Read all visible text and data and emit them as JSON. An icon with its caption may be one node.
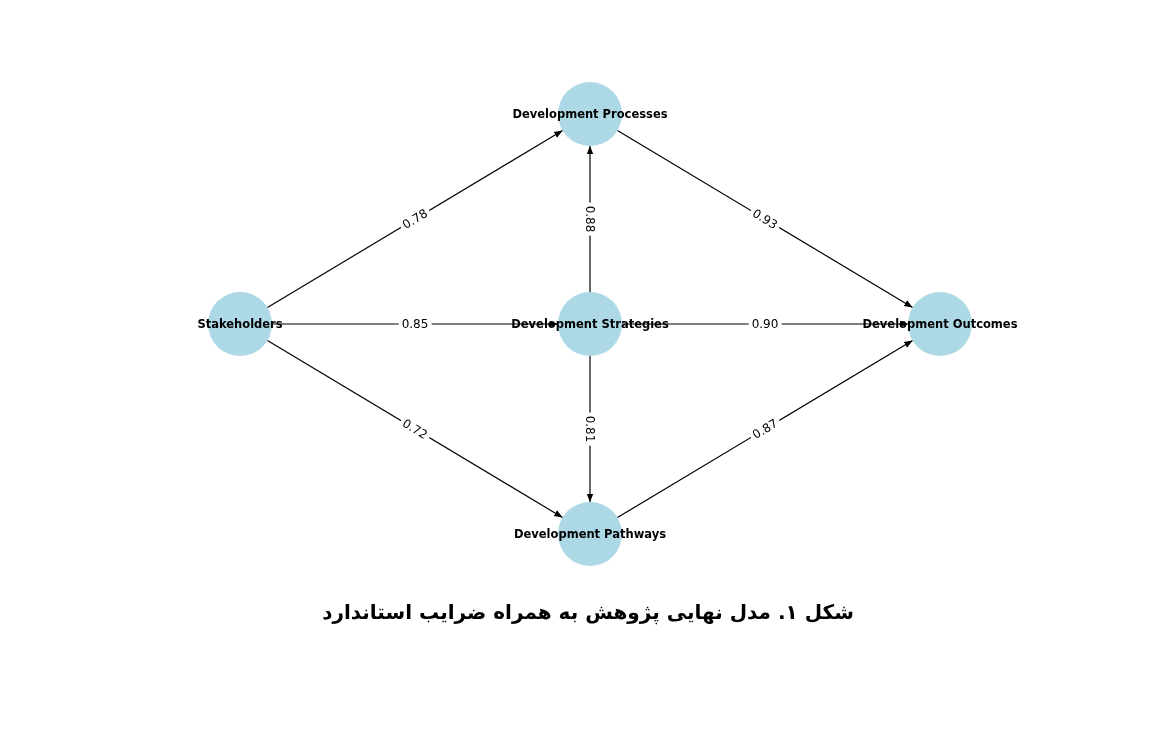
{
  "diagram": {
    "caption": "شکل ۱. مدل نهایی پژوهش به همراه ضرایب استاندارد",
    "nodes": [
      {
        "text": [
          "Stakeholders"
        ]
      },
      {
        "text": [
          "Development Processes"
        ]
      },
      {
        "text": [
          "Development Strategies"
        ]
      },
      {
        "text": [
          "Development Pathways"
        ]
      },
      {
        "text": [
          "Development Outcomes"
        ]
      }
    ],
    "edges": [
      {
        "from": 0,
        "to": 1,
        "arrow": "to",
        "label": "0.78"
      },
      {
        "from": 0,
        "to": 2,
        "arrow": "to",
        "label": "0.85"
      },
      {
        "from": 0,
        "to": 3,
        "arrow": "to",
        "label": "0.72"
      },
      {
        "from": 2,
        "to": 1,
        "arrow": "to",
        "label": "0.88"
      },
      {
        "from": 2,
        "to": 4,
        "arrow": "to",
        "label": "0.90"
      },
      {
        "from": 2,
        "to": 3,
        "arrow": "to",
        "label": "0.81"
      },
      {
        "from": 1,
        "to": 4,
        "arrow": "to",
        "label": "0.93"
      },
      {
        "from": 3,
        "to": 4,
        "arrow": "to",
        "label": "0.87"
      }
    ]
  }
}
